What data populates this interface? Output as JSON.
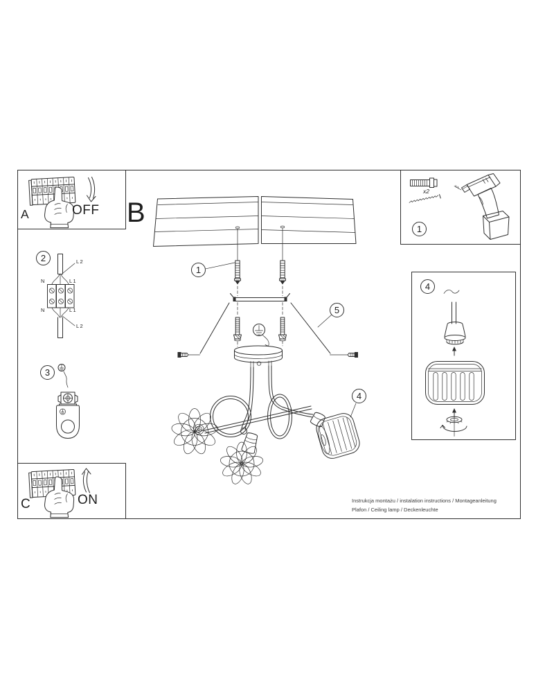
{
  "page": {
    "background": "#ffffff",
    "line_color": "#2e2e2e",
    "footer": {
      "line1": "Instrukcja montażu / instalation instructions / Montageanleitung",
      "line2": "Plafon / Ceiling lamp / Deckenleuchte"
    }
  },
  "panels": {
    "a": {
      "letter": "A",
      "state_label": "OFF"
    },
    "b": {
      "letter": "B"
    },
    "c": {
      "letter": "C",
      "state_label": "ON"
    }
  },
  "steps": {
    "s1": "1",
    "s2": "2",
    "s3": "3",
    "s4": "4",
    "s5": "5"
  },
  "wiring_labels": {
    "l2_top": "L2",
    "n_top": "N",
    "l1_top": "L1",
    "n_bottom": "N",
    "l1_bottom": "L1",
    "l2_bottom": "L2"
  },
  "kit": {
    "anchor_qty": "x2"
  },
  "icons": {
    "earth_ground": "circle-with-earth-symbol",
    "switch_off_arrow": "curved-arrow-down",
    "switch_on_arrow": "curved-arrow-up",
    "rotate": "elliptical-rotation-arrow",
    "insert": "small-up-arrow"
  }
}
